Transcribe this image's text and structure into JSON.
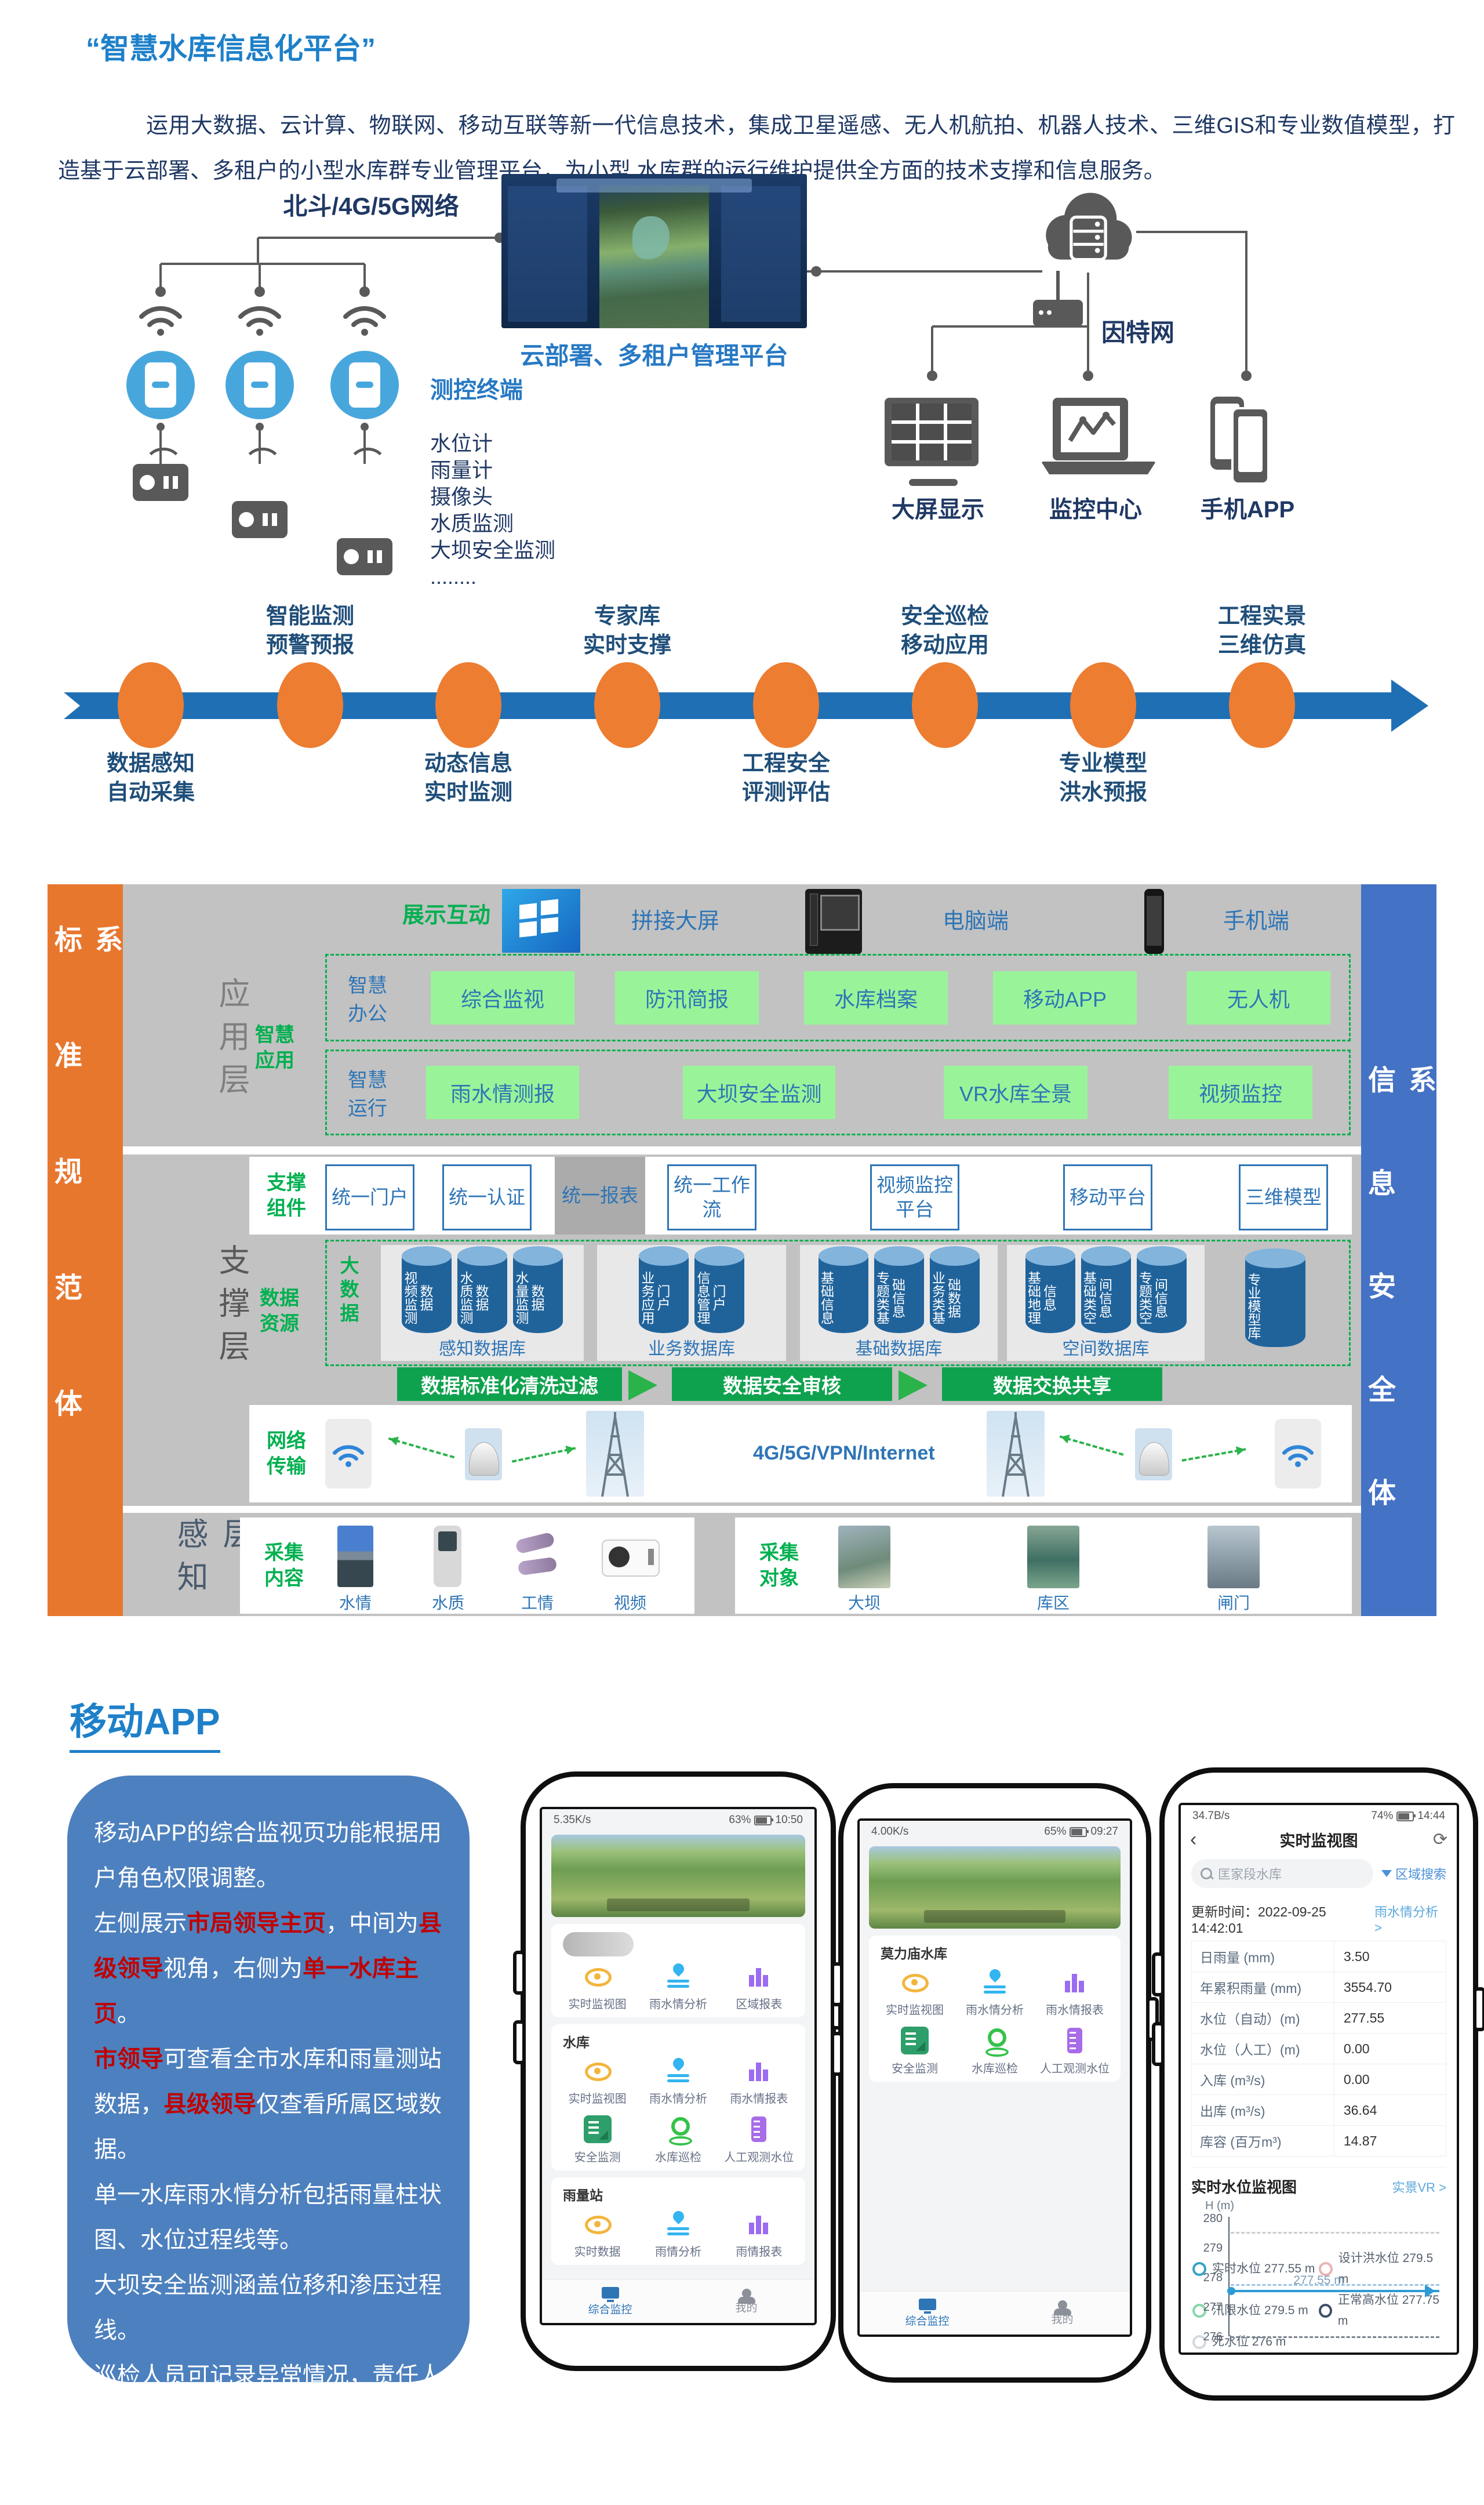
{
  "header": {
    "title": "“智慧水库信息化平台”",
    "intro1": "运用大数据、云计算、物联网、移动互联等新一代信息技术，集成卫星遥感、无人机航拍、机器人技术、三维GIS和专业数值模型，",
    "intro2": "打造基于云部署、多租户的小型水库群专业管理平台，为小型 水库群的运行维护提供全方面的技术支撑和信息服务。"
  },
  "network": {
    "net_label": "北斗/4G/5G网络",
    "terminal_label": "测控终端",
    "sensors": [
      "水位计",
      "雨量计",
      "摄像头",
      "水质监测",
      "大坝安全监测",
      "........"
    ],
    "platform_caption": "云部署、多租户管理平台",
    "internet_label": "因特网",
    "endpoint1": "大屏显示",
    "endpoint2": "监控中心",
    "endpoint3": "手机APP"
  },
  "timeline": {
    "steps": [
      {
        "l1": "数据感知",
        "l2": "自动采集"
      },
      {
        "l1": "智能监测",
        "l2": "预警预报"
      },
      {
        "l1": "动态信息",
        "l2": "实时监测"
      },
      {
        "l1": "专家库",
        "l2": "实时支撑"
      },
      {
        "l1": "工程安全",
        "l2": "评测评估"
      },
      {
        "l1": "安全巡检",
        "l2": "移动应用"
      },
      {
        "l1": "专业模型",
        "l2": "洪水预报"
      },
      {
        "l1": "工程实景",
        "l2": "三维仿真"
      }
    ]
  },
  "arch": {
    "left_bar": "标准规范体系",
    "right_bar": "信息安全体系",
    "display": {
      "interact": "展示互动",
      "wall": "拼接大屏",
      "pc": "电脑端",
      "mobile": "手机端"
    },
    "app": {
      "layer": "应用层",
      "group": "智慧应用",
      "office": "智慧办公",
      "office_items": [
        "综合监视",
        "防汛简报",
        "水库档案",
        "移动APP",
        "无人机"
      ],
      "ops": "智慧运行",
      "ops_items": [
        "雨水情测报",
        "大坝安全监测",
        "VR水库全景",
        "视频监控"
      ]
    },
    "support": {
      "layer": "支撑层",
      "comp_label": "支撑组件",
      "components": [
        "统一门户",
        "统一认证",
        "统一报表",
        "统一工作流",
        "视频监控平台",
        "移动平台",
        "三维模型"
      ],
      "data_label": "数据资源",
      "bigdata": "大数据",
      "groups": [
        {
          "caption": "感知数据库",
          "cyls": [
            "视频监测数据",
            "水质监测数据",
            "水量监测数据"
          ]
        },
        {
          "caption": "业务数据库",
          "cyls": [
            "业务应用门户",
            "信息管理门户"
          ]
        },
        {
          "caption": "基础数据库",
          "cyls": [
            "基础信息",
            "专题类基础信息",
            "业务类基础数据"
          ]
        },
        {
          "caption": "空间数据库",
          "cyls": [
            "基础地理信息",
            "基础类空间信息",
            "专题类空间信息"
          ]
        }
      ],
      "model_cyl": "专业模型库",
      "flow": [
        "数据标准化清洗过滤",
        "数据安全审核",
        "数据交换共享"
      ],
      "net_label": "网络传输",
      "net_text": "4G/5G/VPN/Internet"
    },
    "percept": {
      "layer": "感知层",
      "content_label": "采集内容",
      "content_items": [
        "水情",
        "水质",
        "工情",
        "视频"
      ],
      "object_label": "采集对象",
      "object_items": [
        "大坝",
        "库区",
        "闸门"
      ]
    }
  },
  "mobile": {
    "heading": "移动APP",
    "p1": "移动APP的综合监视页功能根据用户角色权限调整。",
    "p2a": "左侧展示",
    "p2b": "市局领导主页",
    "p2c": "，中间为",
    "p2d": "县级领导",
    "p2e": "视角，右侧为",
    "p2f": "单一水库主页",
    "p2g": "。",
    "p3a": "市领导",
    "p3b": "可查看全市水库和雨量测站数据，",
    "p3c": "县级领导",
    "p3d": "仅查看所属区域数据。",
    "p4": "单一水库雨水情分析包括雨量柱状图、水位过程线等。",
    "p5": "大坝安全监测涵盖位移和渗压过程线。",
    "p6": "巡检人员可记录异常情况，责任人可上报水位观测数据，管理员可跨水库上报。"
  },
  "phone1": {
    "net": "5.35K/s",
    "battery": "63%",
    "time": "10:50",
    "quick": [
      "实时监视图",
      "雨水情分析",
      "区域报表"
    ],
    "sec1": "水库",
    "sec1_items": [
      "实时监视图",
      "雨水情分析",
      "雨水情报表",
      "安全监测",
      "水库巡检",
      "人工观测水位"
    ],
    "sec2": "雨量站",
    "sec2_items": [
      "实时数据",
      "雨情分析",
      "雨情报表"
    ],
    "nav1": "综合监控",
    "nav2": "我的"
  },
  "phone2": {
    "net": "4.00K/s",
    "battery": "65%",
    "time": "09:27",
    "card_title": "莫力庙水库",
    "items": [
      "实时监视图",
      "雨水情分析",
      "雨水情报表",
      "安全监测",
      "水库巡检",
      "人工观测水位"
    ],
    "nav1": "综合监控",
    "nav2": "我的"
  },
  "phone3": {
    "net": "34.7B/s",
    "battery": "74%",
    "time": "14:44",
    "title": "实时监视图",
    "search": "匡家段水库",
    "filter": "区域搜索",
    "update_label": "更新时间：",
    "update_value": "2022-09-25 14:42:01",
    "rain_link": "雨水情分析 >",
    "rows": [
      [
        "日雨量 (mm)",
        "3.50"
      ],
      [
        "年累积雨量 (mm)",
        "3554.70"
      ],
      [
        "水位（自动）(m)",
        "277.55"
      ],
      [
        "水位（人工）(m)",
        "0.00"
      ],
      [
        "入库 (m³/s)",
        "0.00"
      ],
      [
        "出库 (m³/s)",
        "36.64"
      ],
      [
        "库容 (百万m³)",
        "14.87"
      ]
    ],
    "chart_title": "实时水位监视图",
    "vr_link": "实景VR >",
    "axis": "H (m)",
    "yticks": [
      "280",
      "279",
      "278",
      "277",
      "276"
    ],
    "level_label": "277.55 m",
    "legend": [
      "实时水位 277.55 m",
      "设计洪水位 279.5 m",
      "汛限水位 279.5 m",
      "正常高水位 277.75 m",
      "死水位 276 m"
    ]
  },
  "chart_data": {
    "type": "line",
    "title": "实时水位监视图",
    "ylabel": "H (m)",
    "ylim": [
      276,
      280
    ],
    "yticks": [
      280,
      279,
      278,
      277,
      276
    ],
    "series": [
      {
        "name": "实时水位",
        "value": 277.55,
        "color": "#35A3C6"
      },
      {
        "name": "设计洪水位",
        "value": 279.5,
        "color": "#EBB3B3"
      },
      {
        "name": "汛限水位",
        "value": 279.5,
        "color": "#86D7A8"
      },
      {
        "name": "正常高水位",
        "value": 277.75,
        "color": "#3D4F66"
      },
      {
        "name": "死水位",
        "value": 276.0,
        "color": "#D4D9DF"
      }
    ],
    "annotation": "277.55 m",
    "legend_position": "bottom",
    "grid": false
  }
}
